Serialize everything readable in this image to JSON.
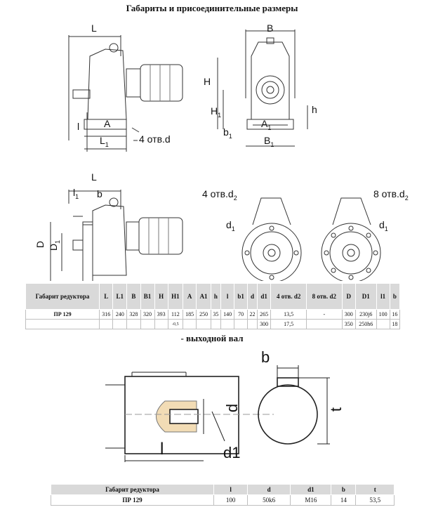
{
  "title": "Габариты и присоединительные размеры",
  "drawing_labels": {
    "side_L": "L",
    "A": "A",
    "L1": "L",
    "L1sub": "1",
    "l": "l",
    "holes_d": "4 отв.d",
    "B": "B",
    "H": "H",
    "H1": "H",
    "H1sub": "1",
    "h": "h",
    "A1": "A",
    "A1sub": "1",
    "b1": "b",
    "b1sub": "1",
    "B1": "B",
    "B1sub": "1",
    "flange_L": "L",
    "l1": "l",
    "l1sub": "1",
    "b": "b",
    "D": "D",
    "D1": "D",
    "D1sub": "1",
    "holes_d2_4": "4 отв.d",
    "holes_d2_4sub": "2",
    "holes_d2_8": "8 отв.d",
    "holes_d2_8sub": "2",
    "d1a": "d",
    "d1asub": "1",
    "d1b": "d",
    "d1bsub": "1"
  },
  "table1": {
    "headers": [
      "Габарит редуктора",
      "L",
      "L1",
      "B",
      "B1",
      "H",
      "H1",
      "A",
      "A1",
      "h",
      "l",
      "b1",
      "d",
      "d1",
      "4 отв. d2",
      "8 отв. d2",
      "D",
      "D1",
      "l1",
      "b"
    ],
    "rows": [
      [
        "ПР 129",
        "316",
        "240",
        "328",
        "320",
        "393",
        "112",
        "185",
        "250",
        "35",
        "140",
        "70",
        "22",
        "265",
        "13,5",
        "-",
        "300",
        "230j6",
        "100",
        "16"
      ],
      [
        "",
        "",
        "",
        "",
        "",
        "",
        "-0,5",
        "",
        "",
        "",
        "",
        "",
        "",
        "300",
        "17,5",
        "",
        "350",
        "250h6",
        "",
        "18"
      ]
    ]
  },
  "subtitle": "- выходной вал",
  "shaft_labels": {
    "b": "b",
    "d": "d",
    "t": "t",
    "l": "l",
    "d1": "d1"
  },
  "table2": {
    "headers": [
      "Габарит редуктора",
      "l",
      "d",
      "d1",
      "b",
      "t"
    ],
    "row": [
      "ПР 129",
      "100",
      "50k6",
      "M16",
      "14",
      "53,5"
    ]
  }
}
